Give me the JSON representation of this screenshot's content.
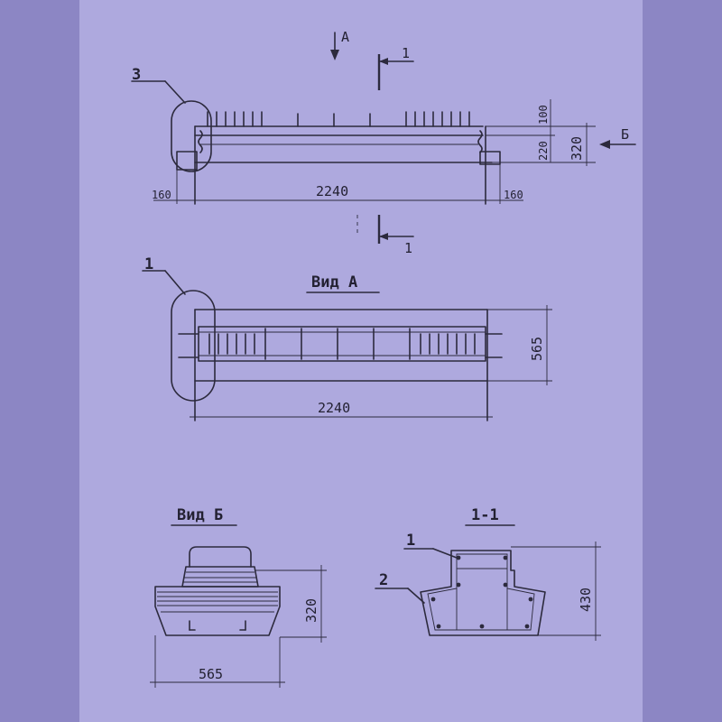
{
  "views": {
    "elevation": {
      "callout": "3",
      "arrow_a": "A",
      "arrow_b": "Б",
      "section_top": "1",
      "section_bottom": "1",
      "dim_top": "100",
      "dim_lower": "220",
      "dim_total": "320",
      "dim_left": "160",
      "dim_length": "2240",
      "dim_right": "160"
    },
    "view_a": {
      "title": "Вид А",
      "callout": "1",
      "dim_width": "565",
      "dim_length": "2240"
    },
    "view_b": {
      "title": "Вид Б",
      "dim_height": "320",
      "dim_width": "565"
    },
    "section": {
      "title": "1-1",
      "callout_1": "1",
      "callout_2": "2",
      "dim_height": "430"
    }
  }
}
